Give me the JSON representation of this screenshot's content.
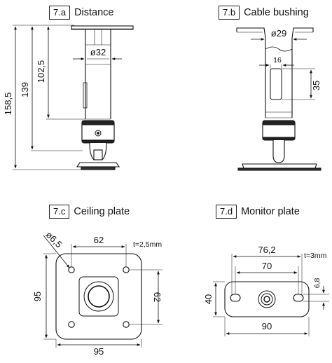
{
  "figures": [
    {
      "id": "7.a",
      "caption": "Distance",
      "dimensions": {
        "overall_height": "158,5",
        "height_139": "139",
        "height_102": "102,5",
        "tube_diameter": "ø32"
      }
    },
    {
      "id": "7.b",
      "caption": "Cable bushing",
      "dimensions": {
        "tube_diameter": "ø29",
        "slot_width": "16",
        "slot_height": "35"
      }
    },
    {
      "id": "7.c",
      "caption": "Ceiling plate",
      "dimensions": {
        "hole_diameter": "ø6,5",
        "hole_spacing_x": "62",
        "hole_spacing_y": "62",
        "plate_height": "95",
        "plate_width": "95",
        "thickness": "t=2,5mm"
      }
    },
    {
      "id": "7.d",
      "caption": "Monitor plate",
      "dimensions": {
        "outer_span": "76,2",
        "inner_span": "70",
        "plate_width": "90",
        "plate_height": "40",
        "slot_height": "6,8",
        "thickness": "t=3mm"
      }
    }
  ]
}
